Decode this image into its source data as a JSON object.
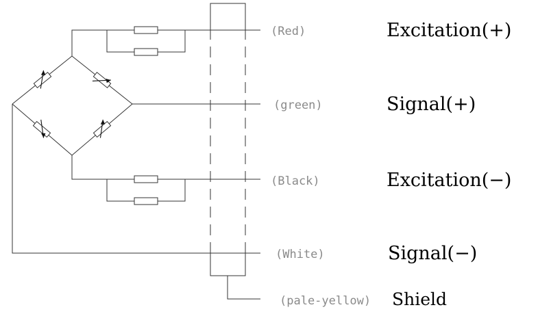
{
  "wires": [
    {
      "color": "(Red)",
      "function": "Excitation(+)"
    },
    {
      "color": "(green)",
      "function": "Signal(+)"
    },
    {
      "color": "(Black)",
      "function": "Excitation(−)"
    },
    {
      "color": "(White)",
      "function": "Signal(−)"
    },
    {
      "color": "(pale-yellow)",
      "function": "Shield"
    }
  ]
}
